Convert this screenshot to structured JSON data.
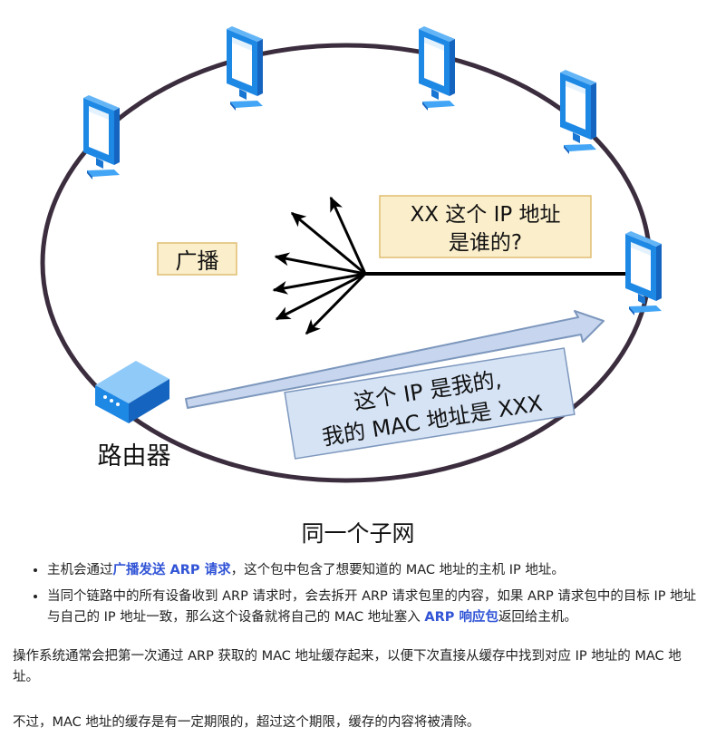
{
  "diagram": {
    "broadcast_label": "广播",
    "question_line1": "XX 这个 IP 地址",
    "question_line2": "是谁的?",
    "reply_line1": "这个 IP 是我的,",
    "reply_line2": "我的 MAC 地址是 XXX",
    "router_label": "路由器",
    "caption": "同一个子网",
    "icons": [
      "computer-icon",
      "router-icon"
    ],
    "colors": {
      "ring": "#3b2d3e",
      "label_fill": "#fbeecb",
      "label_border": "#e0be72",
      "reply_fill": "#d5e3f5",
      "reply_border": "#7d97bd",
      "arrow_fill": "#c7d6ee",
      "monitor_blue": "#1e88e5"
    }
  },
  "bullets": [
    {
      "before": "主机会通过",
      "highlight": "广播发送 ARP 请求",
      "after": "，这个包中包含了想要知道的 MAC 地址的主机 IP 地址。"
    },
    {
      "before": "当同个链路中的所有设备收到 ARP 请求时，会去拆开 ARP 请求包里的内容，如果 ARP 请求包中的目标 IP 地址与自己的 IP 地址一致，那么这个设备就将自己的 MAC 地址塞入 ",
      "highlight": "ARP 响应包",
      "after": "返回给主机。"
    }
  ],
  "paragraphs": [
    "操作系统通常会把第一次通过 ARP 获取的 MAC 地址缓存起来，以便下次直接从缓存中找到对应 IP 地址的 MAC 地址。",
    "不过，MAC 地址的缓存是有一定期限的，超过这个期限，缓存的内容将被清除。"
  ]
}
